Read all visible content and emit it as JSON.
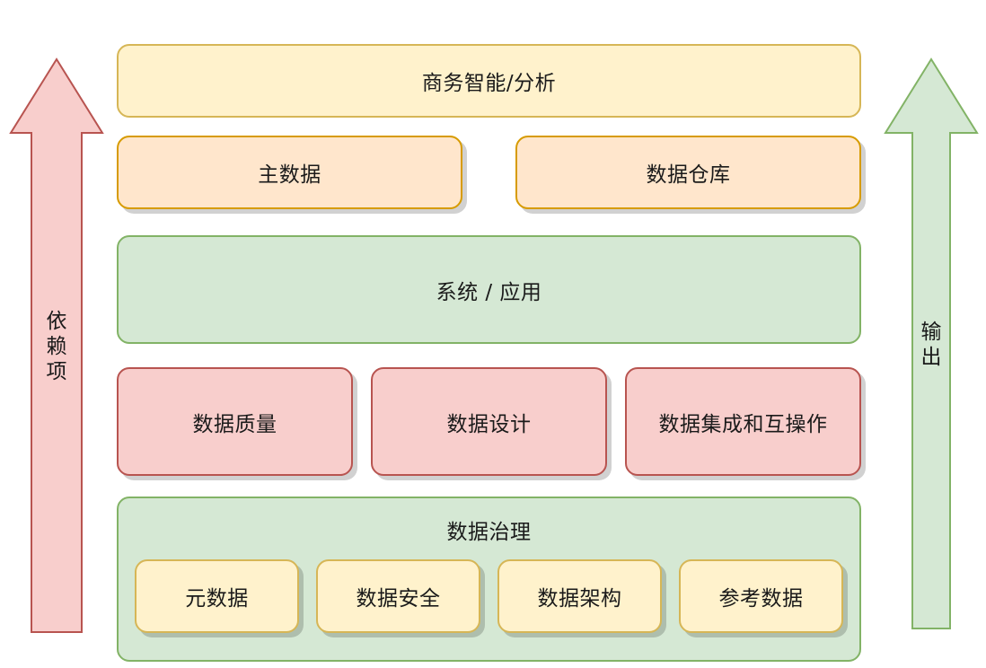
{
  "diagram": {
    "bi": {
      "label": "商务智能/分析"
    },
    "master_data": {
      "label": "主数据"
    },
    "warehouse": {
      "label": "数据仓库"
    },
    "systems": {
      "label": "系统 / 应用"
    },
    "quality": {
      "label": "数据质量"
    },
    "design": {
      "label": "数据设计"
    },
    "integration": {
      "label": "数据集成和互操作"
    },
    "governance": {
      "label": "数据治理",
      "items": [
        {
          "label": "元数据"
        },
        {
          "label": "数据安全"
        },
        {
          "label": "数据架构"
        },
        {
          "label": "参考数据"
        }
      ]
    },
    "dependency_arrow": {
      "chars": [
        "依",
        "赖",
        "项"
      ]
    },
    "output_arrow": {
      "chars": [
        "输",
        "出"
      ]
    }
  },
  "colors": {
    "yellow_fill": "#fff2cc",
    "yellow_stroke": "#d6b656",
    "orange_fill": "#ffe6cc",
    "orange_stroke": "#d79b00",
    "green_fill": "#d5e8d4",
    "green_stroke": "#82b366",
    "red_fill": "#f8cecc",
    "red_stroke": "#b85450"
  }
}
